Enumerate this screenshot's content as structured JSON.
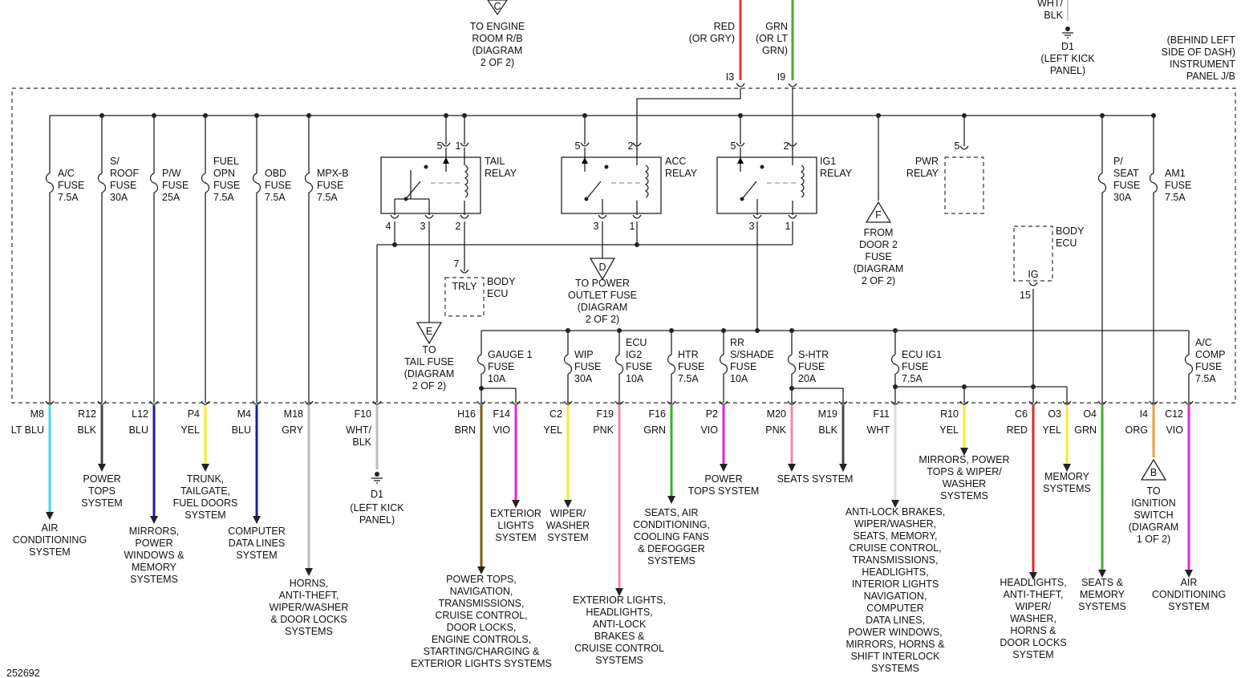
{
  "diagram_id": "252692",
  "junction_block": "(BEHIND LEFT|SIDE OF DASH)|INSTRUMENT|PANEL J/B",
  "top_inputs": {
    "engine_room": "TO ENGINE|ROOM R/B|(DIAGRAM|2 OF 2)",
    "connector_c": "C",
    "i3": {
      "pin": "I3",
      "wire": "RED|(OR GRY)",
      "color": "#e8312b"
    },
    "i9": {
      "pin": "I9",
      "wire": "GRN|(OR LT|GRN)",
      "color": "#4aa832"
    },
    "ground_top": {
      "wire": "WHT/|BLK",
      "ground": "D1",
      "loc": "(LEFT KICK|PANEL)"
    }
  },
  "fuses": [
    {
      "key": "ac",
      "label": "A/C|FUSE|7.5A"
    },
    {
      "key": "sroof",
      "label": "S/|ROOF|FUSE|30A"
    },
    {
      "key": "pw",
      "label": "P/W|FUSE|25A"
    },
    {
      "key": "fuel",
      "label": "FUEL|OPN|FUSE|7.5A"
    },
    {
      "key": "obd",
      "label": "OBD|FUSE|7.5A"
    },
    {
      "key": "mpxb",
      "label": "MPX-B|FUSE|7.5A"
    },
    {
      "key": "pseat",
      "label": "P/|SEAT|FUSE|30A"
    },
    {
      "key": "am1",
      "label": "AM1|FUSE|7.5A"
    },
    {
      "key": "gauge1",
      "label": "GAUGE 1|FUSE|10A"
    },
    {
      "key": "wip",
      "label": "WIP|FUSE|30A"
    },
    {
      "key": "ecuig2",
      "label": "ECU|IG2|FUSE|10A"
    },
    {
      "key": "htr",
      "label": "HTR|FUSE|7.5A"
    },
    {
      "key": "rrshade",
      "label": "RR|S/SHADE|FUSE|10A"
    },
    {
      "key": "shtr",
      "label": "S-HTR|FUSE|20A"
    },
    {
      "key": "ecuig1",
      "label": "ECU IG1|FUSE|7.5A"
    },
    {
      "key": "accomp",
      "label": "A/C|COMP|FUSE|7.5A"
    }
  ],
  "relays": {
    "tail": {
      "label": "TAIL|RELAY",
      "pins": [
        "5",
        "1",
        "4",
        "3",
        "2"
      ]
    },
    "acc": {
      "label": "ACC|RELAY",
      "pins": [
        "5",
        "2",
        "3",
        "1"
      ]
    },
    "ig1": {
      "label": "IG1|RELAY",
      "pins": [
        "5",
        "2",
        "3",
        "1"
      ]
    },
    "pwr": {
      "label": "PWR|RELAY",
      "pin": "5"
    }
  },
  "inner_refs": {
    "door2": {
      "letter": "F",
      "text": "FROM|DOOR 2|FUSE|(DIAGRAM|2 OF 2)"
    },
    "power_outlet": {
      "letter": "D",
      "text": "TO POWER|OUTLET FUSE|(DIAGRAM|2 OF 2)"
    },
    "tail_fuse": {
      "letter": "E",
      "text": "TO|TAIL FUSE|(DIAGRAM|2 OF 2)"
    },
    "body_ecu_trly": {
      "pin": "7",
      "inner": "TRLY",
      "text": "BODY|ECU"
    },
    "body_ecu_ig": {
      "pin": "15",
      "inner": "IG",
      "text": "BODY|ECU"
    }
  },
  "outputs": [
    {
      "pin": "M8",
      "wire": "LT BLU",
      "color": "#3fd8e8",
      "dest": "AIR|CONDITIONING|SYSTEM"
    },
    {
      "pin": "R12",
      "wire": "BLK",
      "color": "#444444",
      "dest": "POWER|TOPS|SYSTEM"
    },
    {
      "pin": "L12",
      "wire": "BLU",
      "color": "#1a1aa8",
      "dest": "MIRRORS,|POWER|WINDOWS &|MEMORY|SYSTEMS"
    },
    {
      "pin": "P4",
      "wire": "YEL",
      "color": "#f2ee2a",
      "dest": "TRUNK,|TAILGATE,|FUEL DOORS|SYSTEM"
    },
    {
      "pin": "M4",
      "wire": "BLU",
      "color": "#1a1aa8",
      "dest": "COMPUTER|DATA LINES|SYSTEM"
    },
    {
      "pin": "M18",
      "wire": "GRY",
      "color": "#bbbbbb",
      "dest": "HORNS,|ANTI-THEFT,|WIPER/WASHER|& DOOR LOCKS|SYSTEMS"
    },
    {
      "pin": "F10",
      "wire": "WHT/|BLK",
      "color": "#bbbbbb",
      "dest": "D1|(LEFT KICK|PANEL)"
    },
    {
      "pin": "H16",
      "wire": "BRN",
      "color": "#7a5a10",
      "dest": "POWER TOPS,|NAVIGATION,|TRANSMISSIONS,|CRUISE CONTROL,|DOOR LOCKS,|ENGINE CONTROLS,|STARTING/CHARGING &|EXTERIOR LIGHTS SYSTEMS"
    },
    {
      "pin": "F14",
      "wire": "VIO",
      "color": "#e026d8",
      "dest": "EXTERIOR|LIGHTS|SYSTEM"
    },
    {
      "pin": "C2",
      "wire": "YEL",
      "color": "#f2ee2a",
      "dest": "WIPER/|WASHER|SYSTEM"
    },
    {
      "pin": "F19",
      "wire": "PNK",
      "color": "#ee88b0",
      "dest": "EXTERIOR LIGHTS,|HEADLIGHTS,|ANTI-LOCK|BRAKES &|CRUISE CONTROL|SYSTEMS"
    },
    {
      "pin": "F16",
      "wire": "GRN",
      "color": "#3fae2a",
      "dest": "SEATS, AIR|CONDITIONING,|COOLING FANS|& DEFOGGER|SYSTEMS"
    },
    {
      "pin": "P2",
      "wire": "VIO",
      "color": "#e026d8",
      "dest": "POWER|TOPS SYSTEM"
    },
    {
      "pin": "M20",
      "wire": "PNK",
      "color": "#ee88b0",
      "dest": "SEATS SYSTEM"
    },
    {
      "pin": "M19",
      "wire": "BLK",
      "color": "#444444",
      "dest": ""
    },
    {
      "pin": "F11",
      "wire": "WHT",
      "color": "#dddddd",
      "dest": "ANTI-LOCK BRAKES,|WIPER/WASHER,|SEATS, MEMORY,|CRUISE CONTROL,|TRANSMISSIONS,|HEADLIGHTS,|INTERIOR LIGHTS|NAVIGATION,|COMPUTER|DATA LINES,|POWER WINDOWS,|MIRRORS, HORNS &|SHIFT INTERLOCK|SYSTEMS"
    },
    {
      "pin": "R10",
      "wire": "YEL",
      "color": "#f2ee2a",
      "dest": "MIRRORS, POWER|TOPS & WIPER/|WASHER|SYSTEMS"
    },
    {
      "pin": "C6",
      "wire": "RED",
      "color": "#e0262b",
      "dest": "HEADLIGHTS,|ANTI-THEFT,|WIPER/|WASHER,|HORNS &|DOOR LOCKS|SYSTEM"
    },
    {
      "pin": "O3",
      "wire": "YEL",
      "color": "#f2ee2a",
      "dest": "MEMORY|SYSTEMS"
    },
    {
      "pin": "O4",
      "wire": "GRN",
      "color": "#3fae2a",
      "dest": "SEATS &|MEMORY|SYSTEMS"
    },
    {
      "pin": "I4",
      "wire": "ORG",
      "color": "#e8a040",
      "dest": "TO|IGNITION|SWITCH|(DIAGRAM|1 OF 2)",
      "ref": "B"
    },
    {
      "pin": "C12",
      "wire": "VIO",
      "color": "#e026d8",
      "dest": "AIR|CONDITIONING|SYSTEM"
    }
  ]
}
